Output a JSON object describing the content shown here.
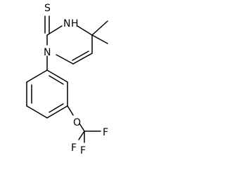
{
  "molecule": {
    "atoms": {
      "s1": "S",
      "n_h": "N",
      "h": "H",
      "n1": "N",
      "o1": "O",
      "f1": "F",
      "f2": "F",
      "f3": "F"
    }
  }
}
